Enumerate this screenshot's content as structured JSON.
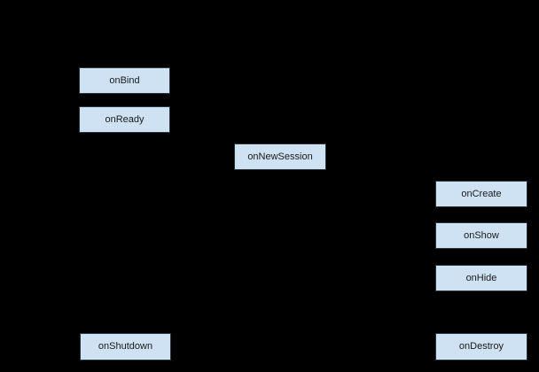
{
  "diagram": {
    "colors": {
      "background": "#000000",
      "box_fill": "#cfe2f3",
      "box_border": "#2d3138",
      "text": "#1a1a1a"
    },
    "nodes": [
      {
        "id": "onBind",
        "label": "onBind"
      },
      {
        "id": "onReady",
        "label": "onReady"
      },
      {
        "id": "onNewSession",
        "label": "onNewSession"
      },
      {
        "id": "onCreate",
        "label": "onCreate"
      },
      {
        "id": "onShow",
        "label": "onShow"
      },
      {
        "id": "onHide",
        "label": "onHide"
      },
      {
        "id": "onShutdown",
        "label": "onShutdown"
      },
      {
        "id": "onDestroy",
        "label": "onDestroy"
      }
    ]
  }
}
